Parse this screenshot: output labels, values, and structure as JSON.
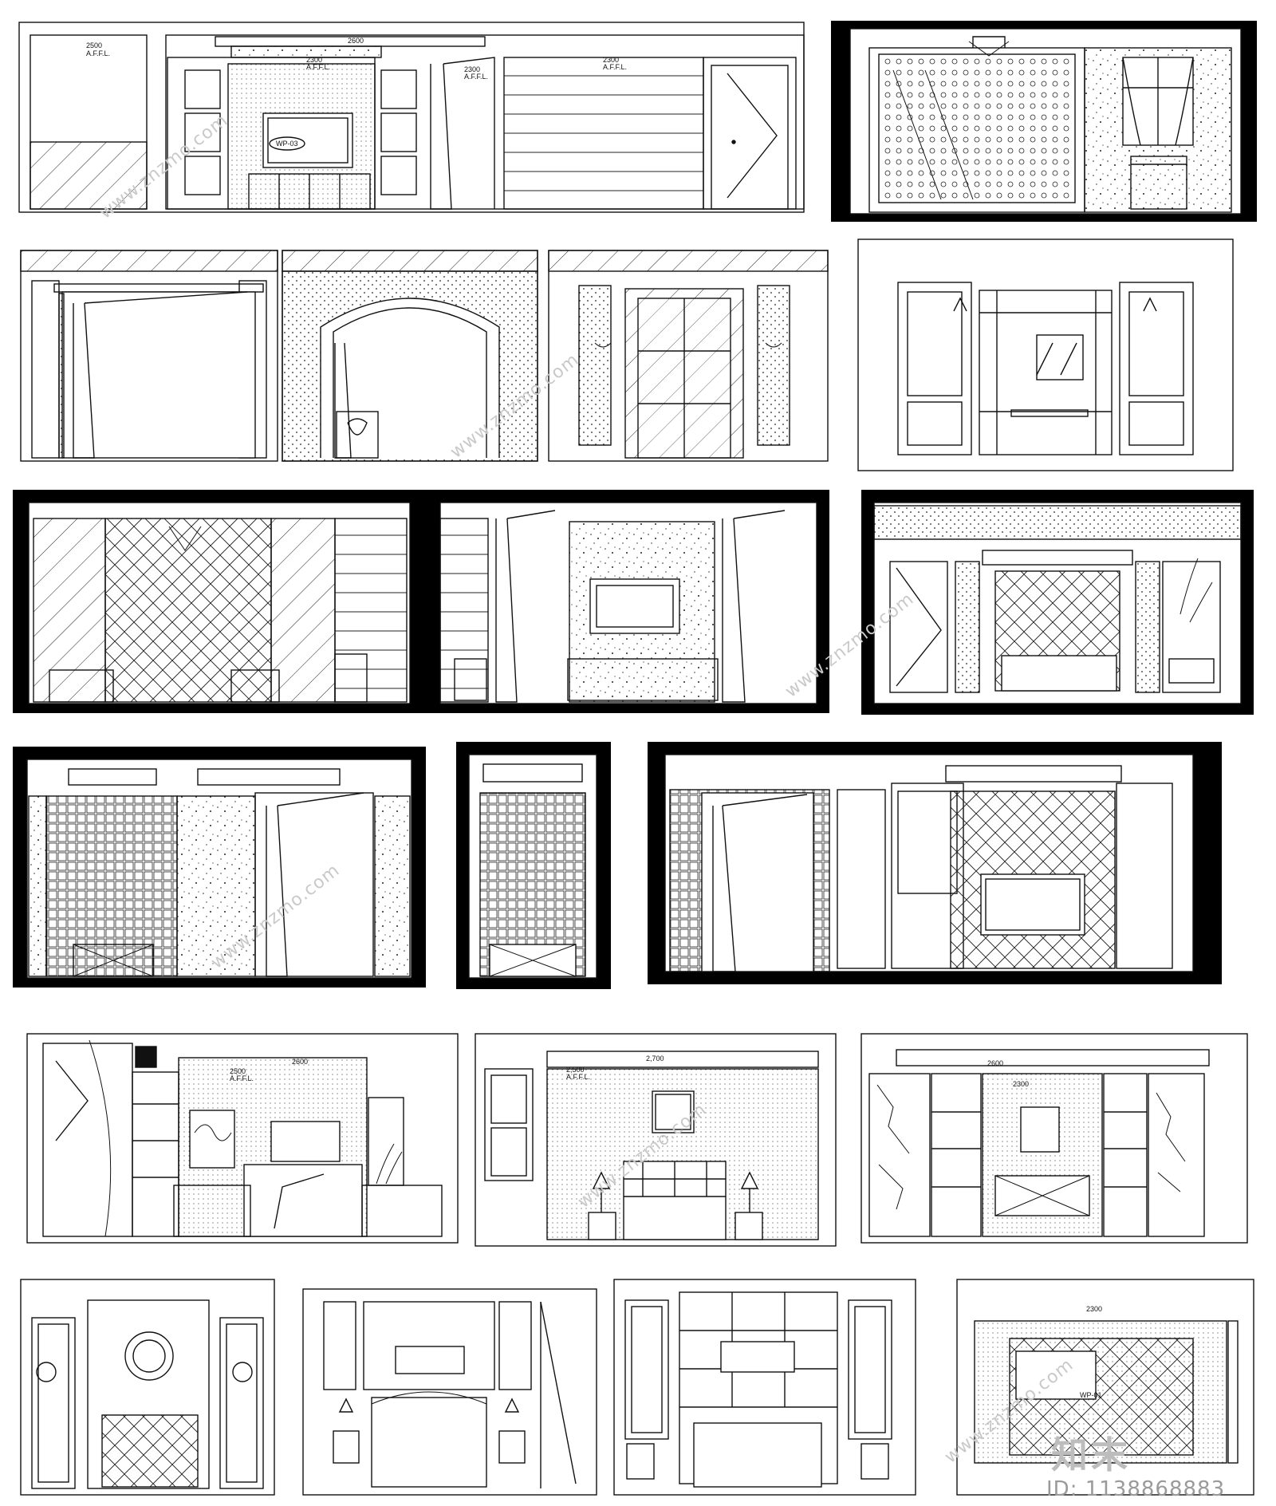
{
  "watermark": {
    "site": "www.znzmo.com",
    "brand": "知末",
    "id_text": "ID: 1138868883"
  },
  "levels": {
    "p1_a": "2500",
    "p1_b": "2600",
    "p1_c": "2300",
    "p1_d": "2300",
    "p1_e": "2300",
    "affl": "A.F.F.L.",
    "p14_a": "2500",
    "p14_b": "2600",
    "p15_a": "2,700",
    "p15_b": "2,500",
    "p16_a": "2600",
    "p16_b": "2300",
    "p20_a": "2300"
  },
  "tags": {
    "tv_tag": "WP-03",
    "p20_tag": "WP-01"
  },
  "colors": {
    "line": "#111111",
    "frame": "#000000",
    "paper": "#ffffff",
    "watermark": "#c9c9c9"
  }
}
